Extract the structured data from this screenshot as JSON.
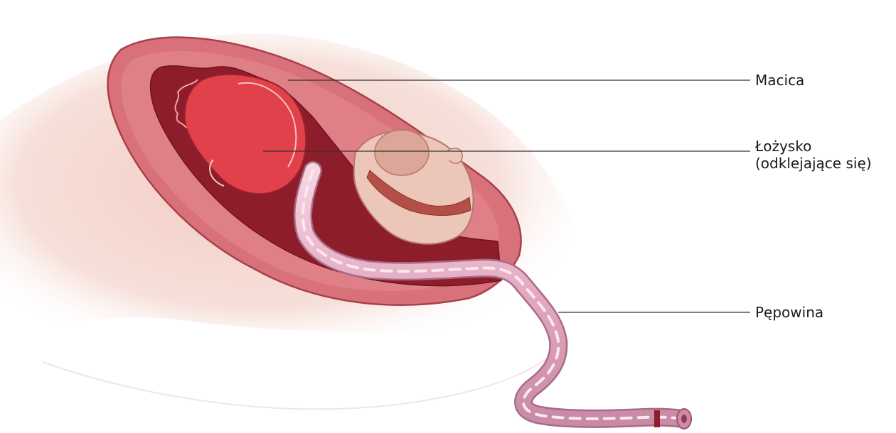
{
  "labels": {
    "uterus": "Macica",
    "placenta_line1": "Łożysko",
    "placenta_line2": "(odklejające się)",
    "cord": "Pępowina"
  },
  "colors": {
    "skin_light": "#f7ddd6",
    "uterus_wall": "#d9717a",
    "uterus_outline": "#a8404c",
    "inner_dark": "#8e1d2c",
    "placenta": "#e0414a",
    "bladder_fill": "#ecc6b9",
    "cord_pink": "#e9b6cc",
    "leader_line": "#333333"
  }
}
